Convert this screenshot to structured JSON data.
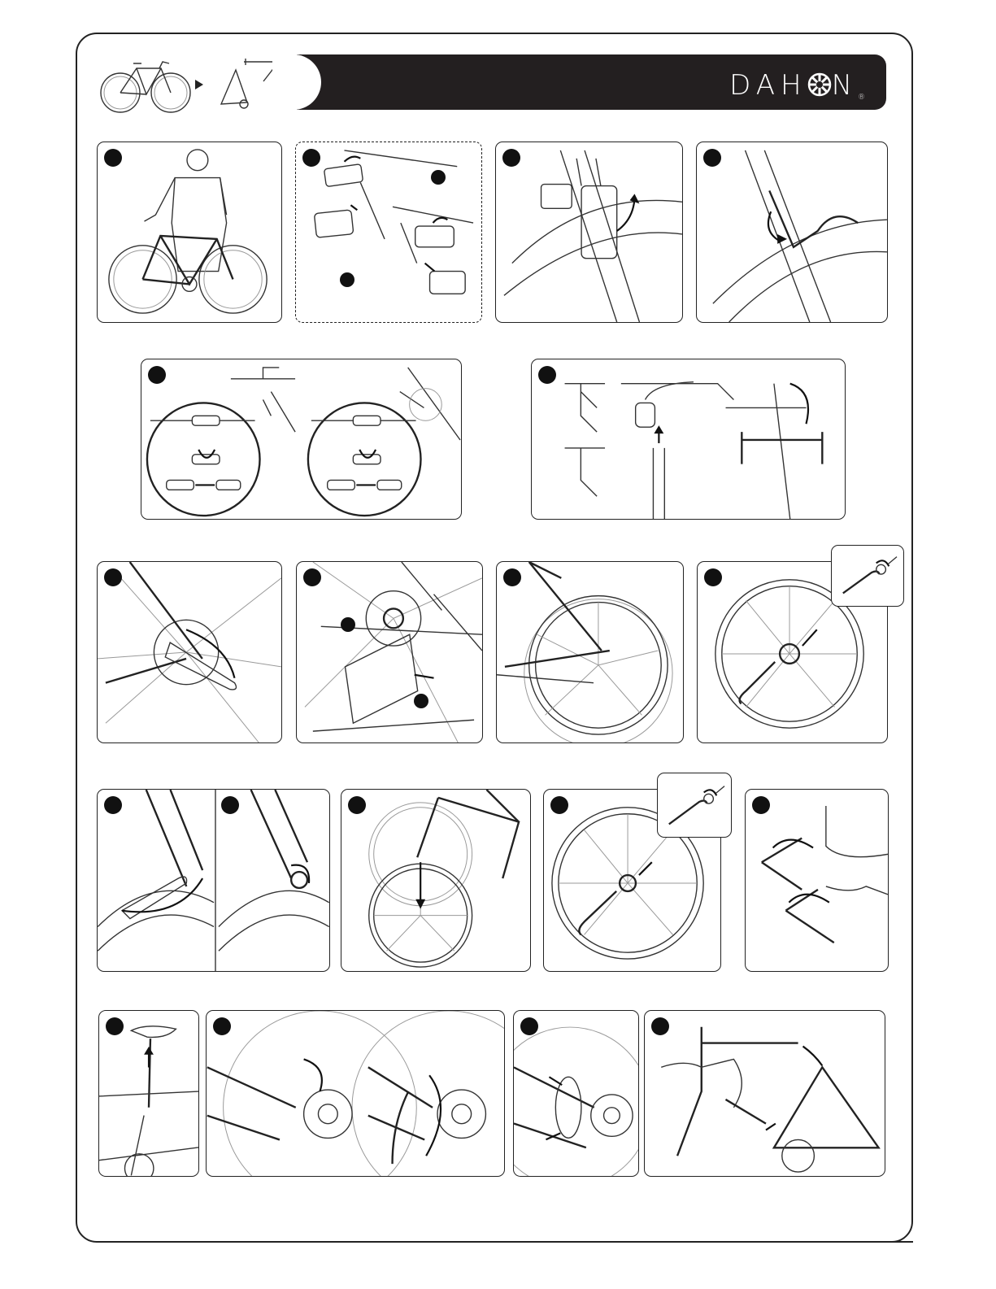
{
  "brand": {
    "name": "DAHON",
    "registered_mark": "®"
  },
  "colors": {
    "header_band": "#231f20",
    "outline": "#222222",
    "badge": "#111111"
  },
  "icons": {
    "header_left": [
      "assembled-bike-icon",
      "play-arrow-icon",
      "disassembled-bike-icon"
    ],
    "step_marker": "step-badge-icon"
  },
  "steps": [
    {
      "id": "1",
      "scene": "rider-standing-with-bike"
    },
    {
      "id": "2",
      "scene": "pedal-removal",
      "sub_markers": 2
    },
    {
      "id": "3",
      "scene": "front-brake-release"
    },
    {
      "id": "4",
      "scene": "rear-brake-release"
    },
    {
      "id": "5",
      "scene": "cable-coupler-separation"
    },
    {
      "id": "6",
      "scene": "handlebar-stem-removal"
    },
    {
      "id": "7",
      "scene": "rear-quick-release-open"
    },
    {
      "id": "8",
      "scene": "derailleur-pull-back",
      "sub_markers": 2
    },
    {
      "id": "9",
      "scene": "rear-wheel-drop-out"
    },
    {
      "id": "10",
      "scene": "rear-skewer-removal"
    },
    {
      "id": "11",
      "scene": "front-quick-release-open"
    },
    {
      "id": "12",
      "scene": "front-axle-nut"
    },
    {
      "id": "13",
      "scene": "front-wheel-drop-out"
    },
    {
      "id": "14",
      "scene": "front-skewer-removal"
    },
    {
      "id": "15",
      "scene": "hex-key-frame-bolts"
    },
    {
      "id": "16",
      "scene": "seatpost-removal"
    },
    {
      "id": "17",
      "scene": "coupler-clamp-open"
    },
    {
      "id": "18",
      "scene": "coupler-ring-slide"
    },
    {
      "id": "19",
      "scene": "frame-separation"
    }
  ]
}
